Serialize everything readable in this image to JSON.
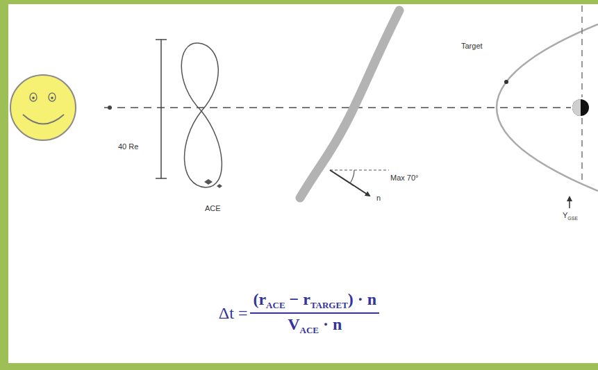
{
  "diagram": {
    "labels": [
      "40 Re",
      "ACE",
      "Max 70°",
      "n",
      "Target",
      "Y",
      "GSE",
      "Δt =",
      "(r",
      "ACE",
      " − r",
      "TARGET",
      ") · n",
      "V",
      "ACE",
      " · n"
    ]
  }
}
